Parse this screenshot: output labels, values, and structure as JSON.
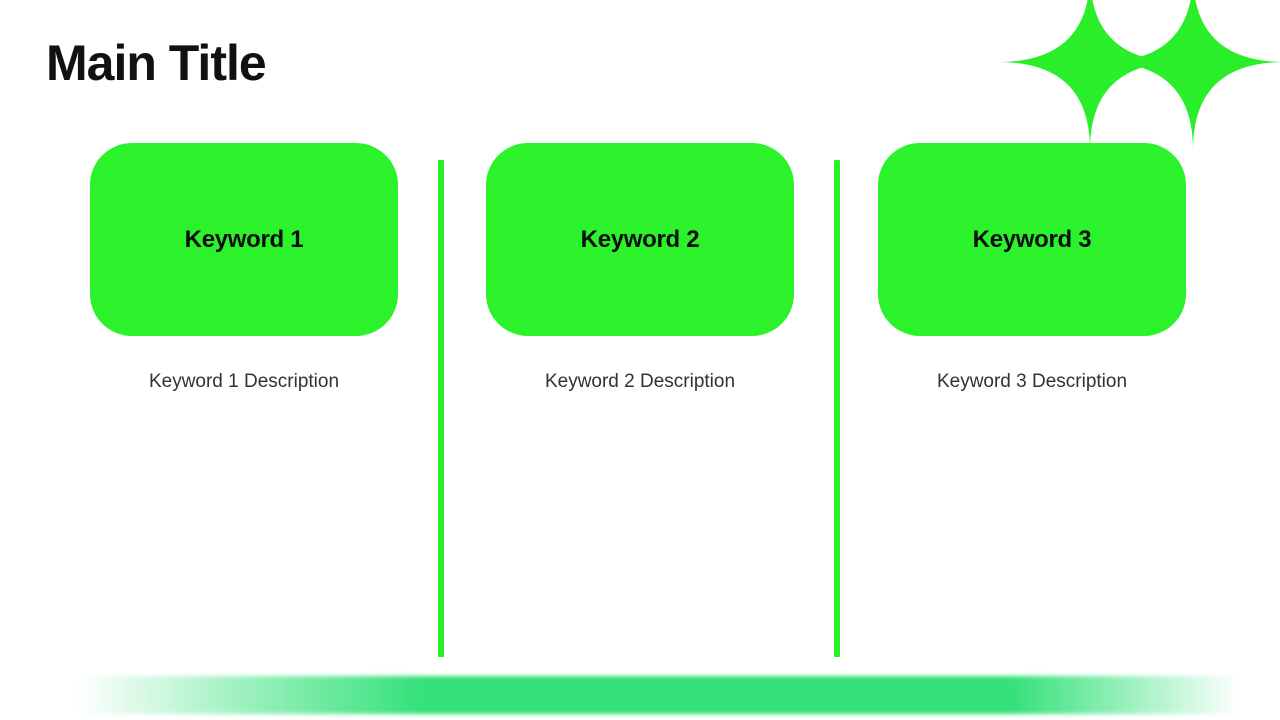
{
  "page": {
    "title": "Main Title"
  },
  "columns": [
    {
      "keyword": "Keyword 1",
      "description": "Keyword 1 Description"
    },
    {
      "keyword": "Keyword 2",
      "description": "Keyword 2 Description"
    },
    {
      "keyword": "Keyword 3",
      "description": "Keyword 3 Description"
    }
  ],
  "decor": {
    "sparkle_icon": "sparkle-icon",
    "sparkle_count": 2
  },
  "colors": {
    "card_green": "#2CF22C",
    "accent_green": "#2BEE2B",
    "bar_green": "#34E17A",
    "title_color": "#111111",
    "description_color": "#2F3337"
  }
}
